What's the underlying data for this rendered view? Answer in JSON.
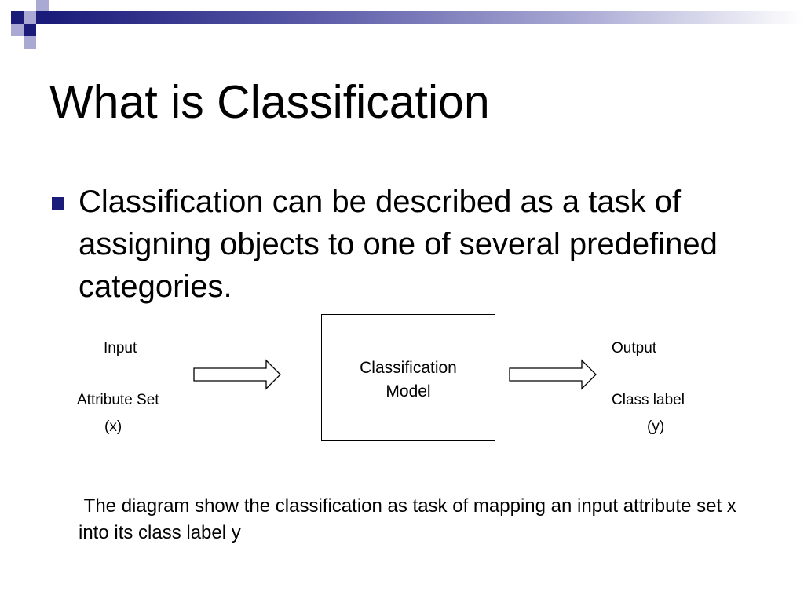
{
  "colors": {
    "theme_dark": "#1b1b7a",
    "theme_mid": "#5a5aa8",
    "theme_light": "#a9a9d4",
    "bullet": "#1b1b7a"
  },
  "slide": {
    "title": "What is Classification",
    "bullet_icon": "square-bullet-icon",
    "bullet_text": "Classification can be described as a task of assigning objects to one of several predefined categories."
  },
  "diagram": {
    "input_label": "Input",
    "attribute_set_label": "Attribute Set",
    "x_label": "(x)",
    "model_line1": "Classification",
    "model_line2": "Model",
    "output_label": "Output",
    "class_label": "Class label",
    "y_label": "(y)",
    "arrow_icon": "right-arrow-icon"
  },
  "caption": " The diagram show the classification as task of mapping an input attribute set x into its class label y"
}
